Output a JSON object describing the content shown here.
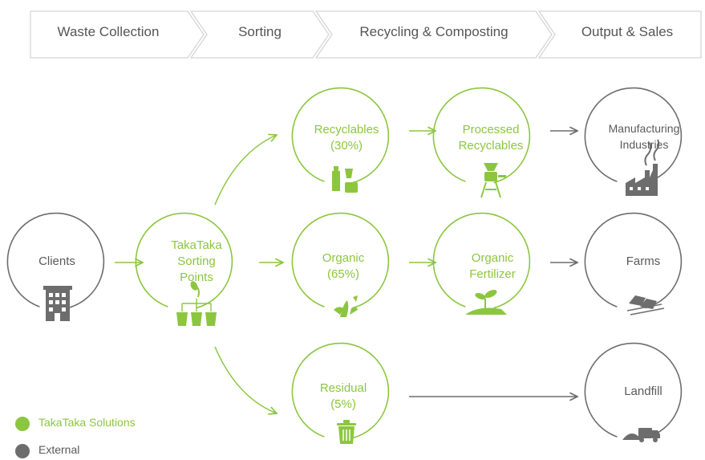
{
  "colors": {
    "green": "#8cc63f",
    "grey": "#6d6d6d",
    "stage_border": "#d5d5d5"
  },
  "stages": [
    "Waste Collection",
    "Sorting",
    "Recycling & Composting",
    "Output & Sales"
  ],
  "nodes": {
    "clients": {
      "line1": "Clients",
      "icon": "building-icon"
    },
    "sorting_points": {
      "line1": "TakaTaka",
      "line2": "Sorting",
      "line3": "Points",
      "icon": "bins-icon"
    },
    "recyclables": {
      "line1": "Recyclables",
      "line2": "(30%)",
      "icon": "bottles-icon"
    },
    "processed": {
      "line1": "Processed",
      "line2": "Recyclables",
      "icon": "grinder-icon"
    },
    "manufacturing": {
      "line1": "Manufacturing",
      "line2": "Industries",
      "icon": "factory-icon"
    },
    "organic": {
      "line1": "Organic",
      "line2": "(65%)",
      "icon": "banana-peel-icon"
    },
    "fertilizer": {
      "line1": "Organic",
      "line2": "Fertilizer",
      "icon": "sprout-icon"
    },
    "farms": {
      "line1": "Farms",
      "icon": "field-icon"
    },
    "residual": {
      "line1": "Residual",
      "line2": "(5%)",
      "icon": "trash-can-icon"
    },
    "landfill": {
      "line1": "Landfill",
      "icon": "truck-icon"
    }
  },
  "legend": {
    "solutions": "TakaTaka Solutions",
    "external": "External"
  }
}
